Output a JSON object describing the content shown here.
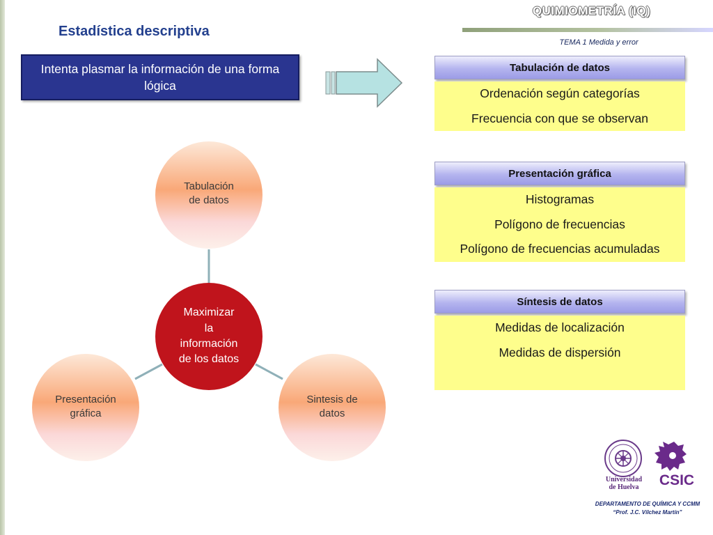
{
  "header": {
    "course_title": "QUIMIOMETRÍA (IQ)",
    "topic": "TEMA 1 Medida y error"
  },
  "page_title": "Estadística descriptiva",
  "intro_text": "Intenta plasmar la información de una forma lógica",
  "diagram": {
    "center": [
      "Maximizar",
      "la",
      "información",
      "de los datos"
    ],
    "top": [
      "Tabulación",
      "de datos"
    ],
    "bottom_left": [
      "Presentación",
      "gráfica"
    ],
    "bottom_right": [
      "Sintesis de",
      "datos"
    ]
  },
  "panels": [
    {
      "title": "Tabulación de datos",
      "items": [
        "Ordenación según categorías",
        "Frecuencia con que se observan"
      ]
    },
    {
      "title": "Presentación gráfica",
      "items": [
        "Histogramas",
        "Polígono de frecuencias",
        "Polígono de frecuencias acumuladas"
      ]
    },
    {
      "title": "Síntesis de datos",
      "items": [
        "Medidas de localización",
        "Medidas de dispersión"
      ]
    }
  ],
  "logos": {
    "uhu_line1": "Universidad",
    "uhu_line2": "de Huelva",
    "csic": "CSIC"
  },
  "footer": {
    "department": "DEPARTAMENTO DE QUÍMICA Y CCMM",
    "author": "“Prof. J.C. Vílchez Martín”"
  },
  "colors": {
    "title_blue": "#23408e",
    "intro_box": "#2a3590",
    "center_circle": "#c0141c",
    "panel_body": "#fefe8c",
    "panel_header": "#b4b4ef",
    "connector": "#8fb0b8",
    "arrow_fill": "#b6e2e2"
  }
}
